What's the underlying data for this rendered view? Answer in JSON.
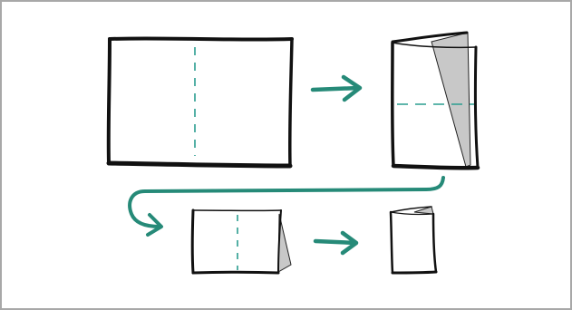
{
  "diagram": {
    "steps": [
      {
        "name": "unfolded-sheet",
        "fold_line": "vertical"
      },
      {
        "name": "folded-in-half",
        "fold_line": "horizontal"
      },
      {
        "name": "folded-in-quarters",
        "fold_line": "vertical"
      },
      {
        "name": "folded-in-eighths",
        "fold_line": "none"
      }
    ],
    "colors": {
      "outline": "#111111",
      "fold_line": "#2a9d8f",
      "arrow": "#268a78",
      "page_shadow": "#c8c8c8",
      "frame_border": "#a8a8a8"
    },
    "icons": [
      "arrow-right-icon",
      "connector-arrow-icon"
    ]
  }
}
